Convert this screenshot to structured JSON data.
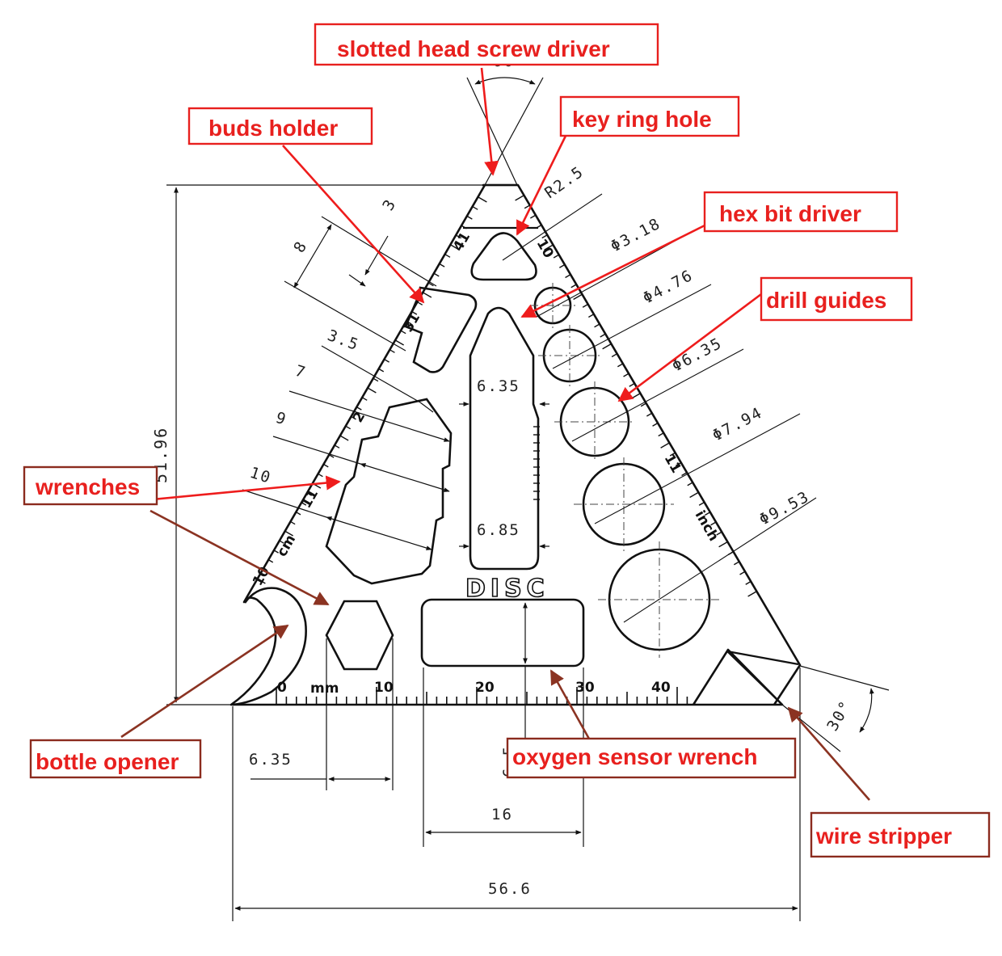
{
  "colors": {
    "label_red": "#e8201e",
    "label_border_red": "#e8201e",
    "label_border_dark": "#8b2b1e",
    "arrow_red": "#ee1c1c",
    "arrow_dark": "#8b3322",
    "drawing": "#111111"
  },
  "callouts": {
    "slotted": "slotted head screw driver",
    "buds": "buds holder",
    "keyring": "key ring hole",
    "hexbit": "hex bit driver",
    "drill": "drill guides",
    "wrenches": "wrenches",
    "bottle": "bottle opener",
    "oxygen": "oxygen sensor wrench",
    "wire": "wire stripper"
  },
  "dimensions": {
    "angle_top": "60°",
    "radius_keyring": "R2.5",
    "d318": "Φ3.18",
    "d476": "Φ4.76",
    "d635": "Φ6.35",
    "d794": "Φ7.94",
    "d953": "Φ9.53",
    "height": "51.96",
    "w8": "8",
    "w3": "3",
    "w35": "3.5",
    "w7": "7",
    "w9": "9",
    "w10": "10",
    "slot_top": "6.35",
    "slot_bottom": "6.85",
    "hex_width": "6.35",
    "rect_width": "16",
    "rect_height": "6.5",
    "total_width": "56.6",
    "angle_wire": "30°"
  },
  "engraving": {
    "brand": "DISC",
    "cm": "cm",
    "inch": "inch",
    "mm": "mm",
    "mm_ticks": [
      "0",
      "10",
      "20",
      "30",
      "40"
    ],
    "left_edge_ticks": [
      "10",
      "11",
      "2",
      "31",
      "41"
    ],
    "right_edge_ticks": [
      "10",
      "11"
    ]
  }
}
